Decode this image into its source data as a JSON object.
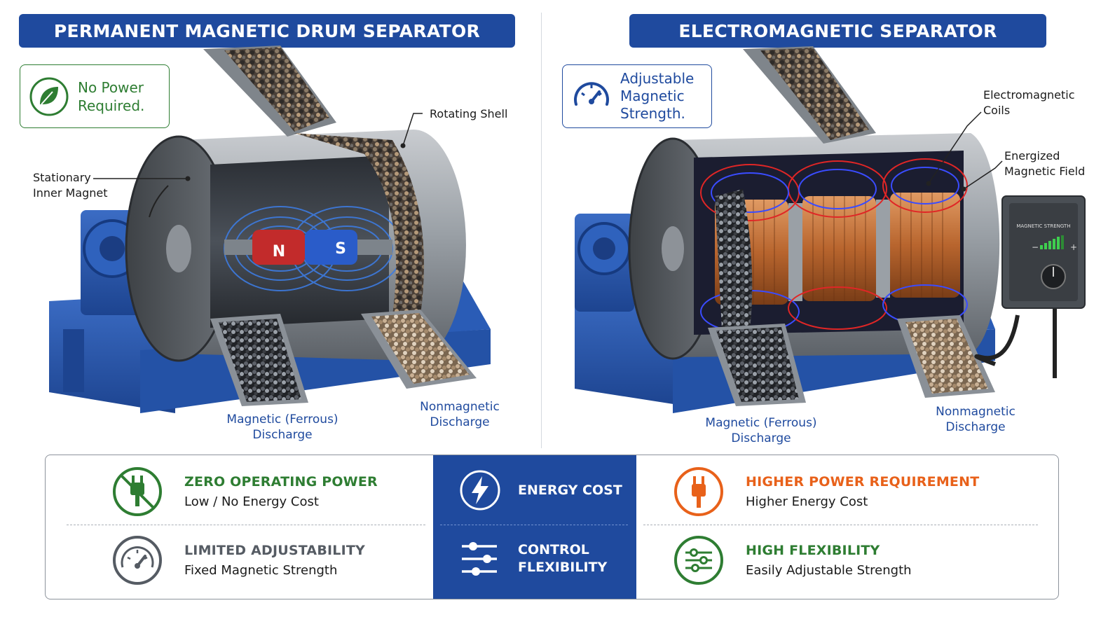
{
  "left": {
    "title": "PERMANENT MAGNETIC DRUM SEPARATOR",
    "badge": {
      "line1": "No Power",
      "line2": "Required.",
      "icon": "leaf-icon"
    },
    "callouts": {
      "rotating_shell": "Rotating Shell",
      "inner_magnet_1": "Stationary",
      "inner_magnet_2": "Inner Magnet",
      "magnetic_discharge_1": "Magnetic (Ferrous)",
      "magnetic_discharge_2": "Discharge",
      "nonmagnetic_discharge_1": "Nonmagnetic",
      "nonmagnetic_discharge_2": "Discharge"
    },
    "poles": {
      "north": "N",
      "south": "S"
    }
  },
  "right": {
    "title": "ELECTROMAGNETIC SEPARATOR",
    "badge": {
      "line1": "Adjustable",
      "line2": "Magnetic",
      "line3": "Strength.",
      "icon": "gauge-icon"
    },
    "callouts": {
      "coils_1": "Electromagnetic",
      "coils_2": "Coils",
      "field_1": "Energized",
      "field_2": "Magnetic Field",
      "magnetic_discharge_1": "Magnetic (Ferrous)",
      "magnetic_discharge_2": "Discharge",
      "nonmagnetic_discharge_1": "Nonmagnetic",
      "nonmagnetic_discharge_2": "Discharge"
    },
    "control_box_label": "MAGNETIC STRENGTH",
    "control_minus": "−",
    "control_plus": "+"
  },
  "comparison": {
    "rows": [
      {
        "category": {
          "line1": "ENERGY COST",
          "icon": "lightning-bolt-icon"
        },
        "permanent": {
          "heading": "ZERO OPERATING POWER",
          "sub": "Low / No Energy Cost",
          "icon": "no-plug-icon",
          "color": "#2e7d32"
        },
        "electro": {
          "heading": "HIGHER POWER REQUIREMENT",
          "sub": "Higher Energy Cost",
          "icon": "plug-icon",
          "color": "#e8611a"
        }
      },
      {
        "category": {
          "line1": "CONTROL",
          "line2": "FLEXIBILITY",
          "icon": "sliders-icon"
        },
        "permanent": {
          "heading": "LIMITED ADJUSTABILITY",
          "sub": "Fixed Magnetic Strength",
          "icon": "gauge-icon",
          "color": "#555b63"
        },
        "electro": {
          "heading": "HIGH FLEXIBILITY",
          "sub": "Easily Adjustable Strength",
          "icon": "sliders-circle-icon",
          "color": "#2e7d32"
        }
      }
    ]
  },
  "colors": {
    "brand_blue": "#1f4a9e",
    "green": "#2e7d32",
    "orange": "#e8611a",
    "gray": "#555b63",
    "steel": "#8f959c",
    "frame_blue": "#2c5bb0",
    "copper": "#b8652e"
  }
}
